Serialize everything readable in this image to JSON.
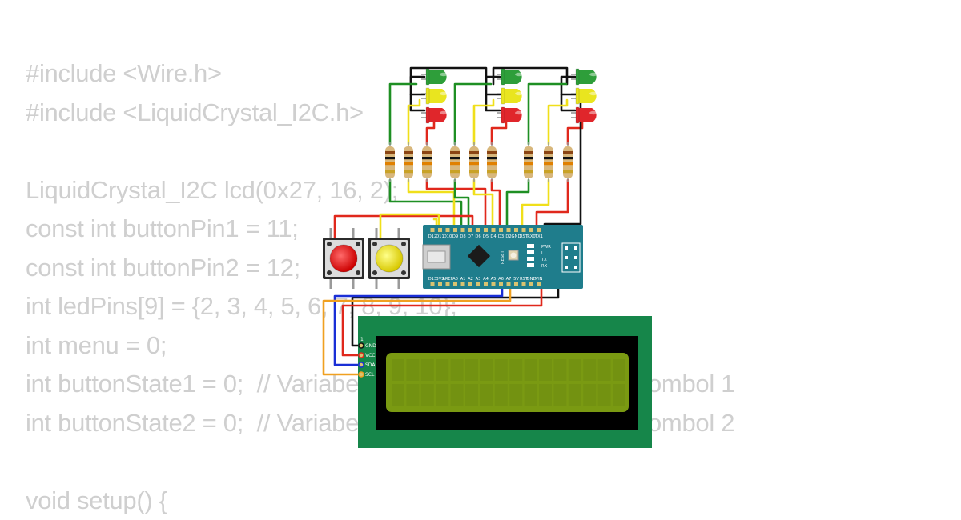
{
  "code_lines": [
    "#include <Wire.h>",
    "#include <LiquidCrystal_I2C.h>",
    "",
    "LiquidCrystal_I2C lcd(0x27, 16, 2);",
    "const int buttonPin1 = 11;",
    "const int buttonPin2 = 12;",
    "int ledPins[9] = {2, 3, 4, 5, 6, 7, 8, 9, 10};",
    "int menu = 0;",
    "int buttonState1 = 0;  // Variabel untuk menyimpan status tombol 1",
    "int buttonState2 = 0;  // Variabel untuk menyimpan status tombol 2",
    "",
    "void setup() {"
  ],
  "circuit": {
    "nano": {
      "top_pins": [
        "D12",
        "D11",
        "D10",
        "D9",
        "D8",
        "D7",
        "D6",
        "D5",
        "D4",
        "D3",
        "D2",
        "GND",
        "RST",
        "RX0",
        "TX1"
      ],
      "bottom_pins": [
        "D13",
        "3V3",
        "AREF",
        "A0",
        "A1",
        "A2",
        "A3",
        "A4",
        "A5",
        "A6",
        "A7",
        "5V",
        "RST",
        "GND",
        "VIN"
      ],
      "chip_labels": [
        "RESET",
        "PWR",
        "L",
        "TX",
        "RX"
      ]
    },
    "lcd": {
      "pin_number": "1",
      "pins": [
        "GND",
        "VCC",
        "SDA",
        "SCL"
      ]
    },
    "led_colors": [
      "green",
      "yellow",
      "red"
    ],
    "button_colors": [
      "red",
      "yellow"
    ],
    "colors": {
      "led_green": "#2e9e3a",
      "led_yellow": "#e9e51f",
      "led_red": "#e0262b",
      "board": "#1f7d8c",
      "lcd_pcb": "#16864a",
      "lcd_screen": "#7a9a12",
      "wire_red": "#e0281c",
      "wire_yellow": "#f0df1a",
      "wire_green": "#1e8f23",
      "wire_black": "#111111",
      "wire_orange": "#f0a020",
      "wire_blue": "#1a2fd6"
    }
  }
}
